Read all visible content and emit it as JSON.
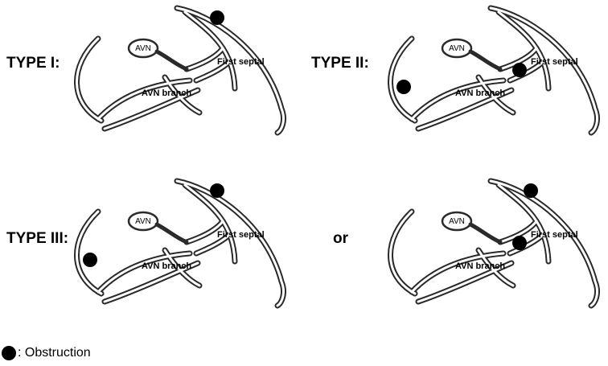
{
  "panels": [
    {
      "type_label": "TYPE I:",
      "avn": "AVN",
      "first_septal": "First septal",
      "avn_branch": "AVN branch",
      "obstructions": [
        "proximal-first-septal"
      ]
    },
    {
      "type_label": "TYPE II:",
      "avn": "AVN",
      "first_septal": "First septal",
      "avn_branch": "AVN branch",
      "obstructions": [
        "distal-left",
        "avn-branch-origin"
      ]
    },
    {
      "type_label": "TYPE III:",
      "avn": "AVN",
      "first_septal": "First septal",
      "avn_branch": "AVN branch",
      "obstructions": [
        "proximal-first-septal",
        "distal-left"
      ]
    },
    {
      "type_label": "or",
      "avn": "AVN",
      "first_septal": "First septal",
      "avn_branch": "AVN branch",
      "obstructions": [
        "proximal-first-septal",
        "avn-branch-origin"
      ]
    }
  ],
  "legend": {
    "marker": "filled-black-circle",
    "text": ": Obstruction"
  },
  "colors": {
    "vessel_stroke": "#2a2a2a",
    "obstruction_fill": "#000000",
    "background": "#ffffff"
  }
}
